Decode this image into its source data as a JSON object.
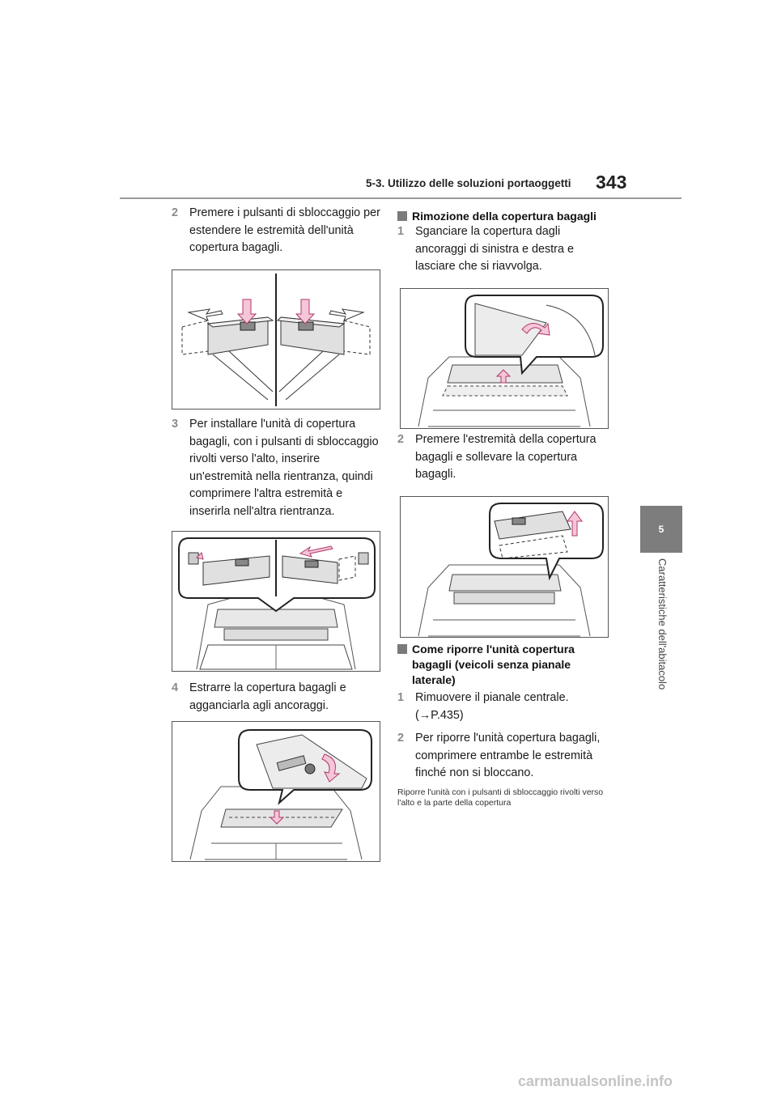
{
  "header": {
    "section_title": "5-3. Utilizzo delle soluzioni portaoggetti",
    "page_number": "343"
  },
  "side_tab": {
    "chapter_number": "5",
    "chapter_label": "Caratteristiche dell'abitacolo"
  },
  "left_column": {
    "step2": {
      "num": "2",
      "text": "Premere i pulsanti di sbloccaggio per estendere le estremità dell'unità copertura bagagli."
    },
    "step3": {
      "num": "3",
      "text": "Per installare l'unità di copertura bagagli, con i pulsanti di sbloccaggio rivolti verso l'alto, inserire un'estremità nella rientranza, quindi comprimere l'altra estremità e inserirla nell'altra rientranza."
    },
    "step4": {
      "num": "4",
      "text": "Estrarre la copertura bagagli e agganciarla agli ancoraggi."
    }
  },
  "right_column": {
    "section_removal": {
      "heading": "Rimozione della copertura bagagli",
      "step1": {
        "num": "1",
        "text": "Sganciare la copertura dagli ancoraggi di sinistra e destra e lasciare che si riavvolga."
      },
      "step2": {
        "num": "2",
        "text": "Premere l'estremità della copertura bagagli e sollevare la copertura bagagli."
      }
    },
    "section_storage": {
      "heading": "Come riporre l'unità copertura bagagli (veicoli senza pianale laterale)",
      "step1": {
        "num": "1",
        "text": "Rimuovere il pianale centrale. (→P.435)"
      },
      "step2": {
        "num": "2",
        "text": "Per riporre l'unità copertura bagagli, comprimere entrambe le estremità finché non si bloccano."
      },
      "note": "Riporre l'unità con i pulsanti di sbloccaggio rivolti verso l'alto e la parte della copertura"
    }
  },
  "colors": {
    "arrow_fill": "#f4c6d8",
    "arrow_stroke": "#b0386a",
    "step_number": "#8a8a8a",
    "tab_bg": "#7d7d7d"
  },
  "footer": {
    "watermark": "carmanualsonline.info"
  }
}
